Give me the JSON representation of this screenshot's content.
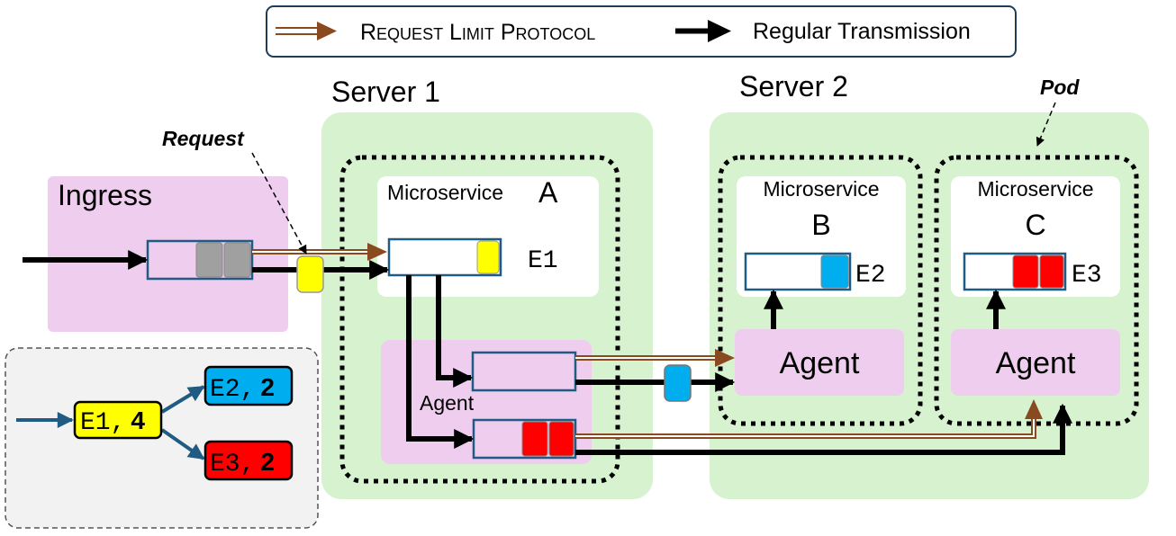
{
  "legend": {
    "protocol_label": "Request Limit Protocol",
    "regular_label": "Regular Transmission"
  },
  "servers": {
    "server1_label": "Server 1",
    "server2_label": "Server 2"
  },
  "annotations": {
    "request_label": "Request",
    "pod_label": "Pod"
  },
  "ingress": {
    "label": "Ingress"
  },
  "microservice_a": {
    "title": "Microservice",
    "letter": "A",
    "endpoint": "E1"
  },
  "microservice_b": {
    "title": "Microservice",
    "letter": "B",
    "endpoint": "E2"
  },
  "microservice_c": {
    "title": "Microservice",
    "letter": "C",
    "endpoint": "E3"
  },
  "agents": {
    "server1_agent": "Agent",
    "agent_b": "Agent",
    "agent_c": "Agent"
  },
  "dependency_tree": {
    "root": {
      "endpoint": "E1",
      "sep": ",",
      "count": "4"
    },
    "child1": {
      "endpoint": "E2",
      "sep": ",",
      "count": "2"
    },
    "child2": {
      "endpoint": "E3",
      "sep": ",",
      "count": "2"
    }
  },
  "colors": {
    "ingress_bg": "#efcdee",
    "server_bg": "#d6f2cf",
    "agent_bg": "#efcdee",
    "queue_border": "#1f5b82",
    "protocol_arrow": "#8a4a1f",
    "e1_yellow": "#ffff00",
    "e2_blue": "#00aeef",
    "e3_red": "#ff0000",
    "gray_request": "#a0a0a0",
    "tree_arrow": "#1f5b82",
    "tree_panel_bg": "#f2f2f2"
  }
}
